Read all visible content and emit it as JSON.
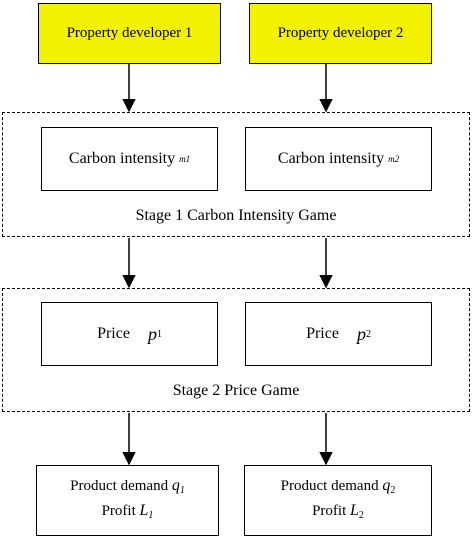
{
  "developers": [
    {
      "label": "Property developer 1"
    },
    {
      "label": "Property developer 2"
    }
  ],
  "stage1": {
    "label": "Stage 1 Carbon Intensity Game",
    "boxes": [
      {
        "label": "Carbon intensity",
        "symbol": "m1"
      },
      {
        "label": "Carbon intensity",
        "symbol": "m2"
      }
    ]
  },
  "stage2": {
    "label": "Stage 2 Price Game",
    "boxes": [
      {
        "label": "Price",
        "var": "p",
        "sub": "1"
      },
      {
        "label": "Price",
        "var": "p",
        "sub": "2"
      }
    ]
  },
  "outcomes": [
    {
      "demand_label": "Product demand",
      "demand_var": "q",
      "demand_sub": "1",
      "profit_label": "Profit",
      "profit_var": "L",
      "profit_sub": "1"
    },
    {
      "demand_label": "Product demand",
      "demand_var": "q",
      "demand_sub": "2",
      "profit_label": "Profit",
      "profit_var": "L",
      "profit_sub": "2"
    }
  ],
  "colors": {
    "developer_fill": "#f2f200",
    "stroke": "#000000"
  }
}
